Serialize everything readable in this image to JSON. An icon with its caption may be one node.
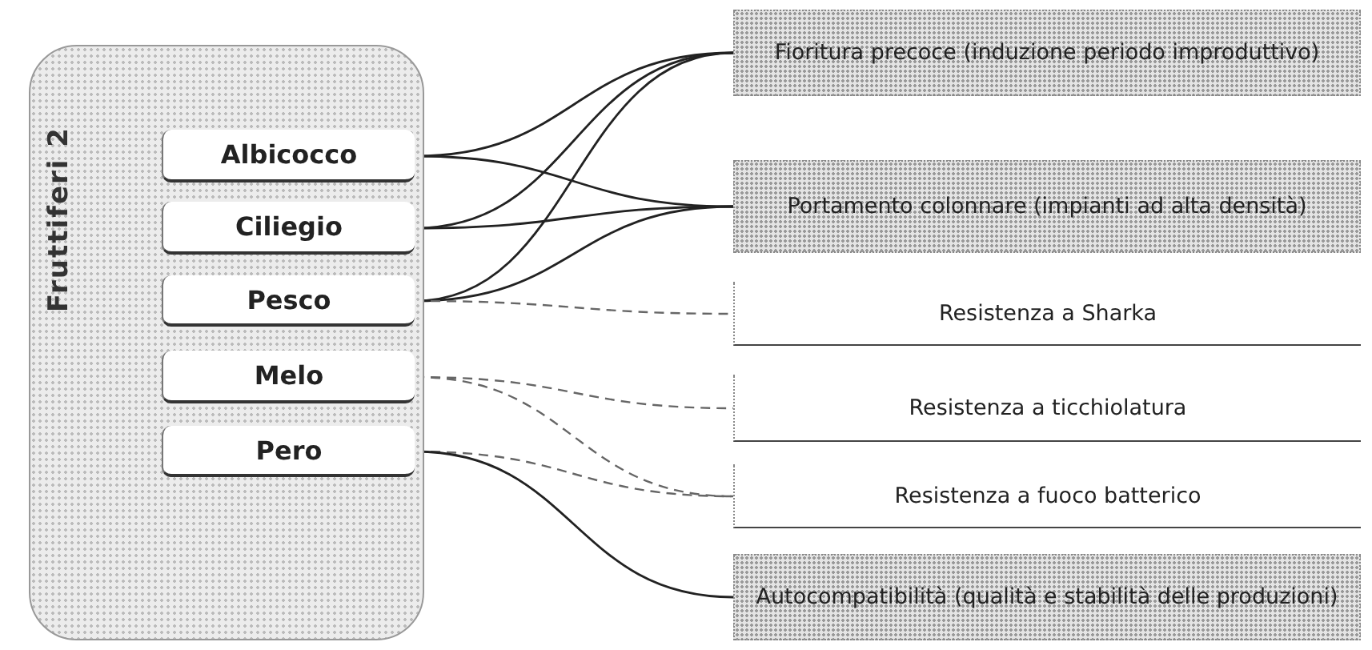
{
  "diagram": {
    "nodes": [
      {
        "text": [
          "Fruttiferi 2"
        ]
      },
      {
        "text": [
          "Albicocco"
        ],
        "in": 0
      },
      {
        "text": [
          "Ciliegio"
        ],
        "in": 0
      },
      {
        "text": [
          "Pesco"
        ],
        "in": 0
      },
      {
        "text": [
          "Melo"
        ],
        "in": 0
      },
      {
        "text": [
          "Pero"
        ],
        "in": 0
      },
      {
        "text": [
          "Fioritura precoce (induzione periodo improduttivo)"
        ]
      },
      {
        "text": [
          "Portamento colonnare (impianti ad alta densità)"
        ]
      },
      {
        "text": [
          "Resistenza a Sharka"
        ]
      },
      {
        "text": [
          "Resistenza a ticchiolatura"
        ]
      },
      {
        "text": [
          "Resistenza a fuoco batterico"
        ]
      },
      {
        "text": [
          "Autocompatibilità (qualità e stabilità delle produzioni)"
        ]
      }
    ],
    "edges": [
      {
        "from": 1,
        "to": 6,
        "arrow": "none"
      },
      {
        "from": 1,
        "to": 7,
        "arrow": "none"
      },
      {
        "from": 2,
        "to": 6,
        "arrow": "none"
      },
      {
        "from": 2,
        "to": 7,
        "arrow": "none"
      },
      {
        "from": 3,
        "to": 6,
        "arrow": "none"
      },
      {
        "from": 3,
        "to": 7,
        "arrow": "none"
      },
      {
        "from": 3,
        "to": 8,
        "arrow": "none",
        "style": "dashed"
      },
      {
        "from": 4,
        "to": 9,
        "arrow": "none",
        "style": "dashed"
      },
      {
        "from": 4,
        "to": 10,
        "arrow": "none",
        "style": "dashed"
      },
      {
        "from": 5,
        "to": 10,
        "arrow": "none",
        "style": "dashed"
      },
      {
        "from": 5,
        "to": 11,
        "arrow": "none"
      }
    ]
  }
}
